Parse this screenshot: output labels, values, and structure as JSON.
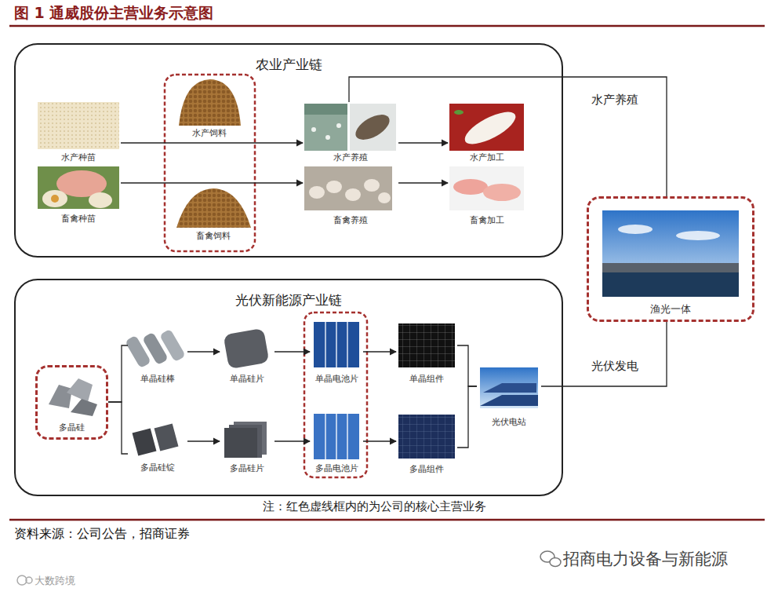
{
  "diagram": {
    "title": "图 1 通威股份主营业务示意图",
    "nodes": [
      {
        "text": [
          "农业产业链"
        ]
      },
      {
        "text": [
          "水产种苗"
        ],
        "in": 0
      },
      {
        "text": [
          "畜禽种苗"
        ],
        "in": 0
      },
      {
        "text": [
          "水产饲料"
        ],
        "in": 0
      },
      {
        "text": [
          "畜禽饲料"
        ],
        "in": 0
      },
      {
        "text": [
          "水产养殖"
        ],
        "in": 0
      },
      {
        "text": [
          "畜禽养殖"
        ],
        "in": 0
      },
      {
        "text": [
          "水产加工"
        ],
        "in": 0
      },
      {
        "text": [
          "畜禽加工"
        ],
        "in": 0
      },
      {
        "text": [
          "光伏新能源产业链"
        ]
      },
      {
        "text": [
          "多晶硅"
        ],
        "in": 9
      },
      {
        "text": [
          "单晶硅棒"
        ],
        "in": 9
      },
      {
        "text": [
          "单晶硅片"
        ],
        "in": 9
      },
      {
        "text": [
          "单晶电池片"
        ],
        "in": 9
      },
      {
        "text": [
          "单晶组件"
        ],
        "in": 9
      },
      {
        "text": [
          "多晶硅锭"
        ],
        "in": 9
      },
      {
        "text": [
          "多晶硅片"
        ],
        "in": 9
      },
      {
        "text": [
          "多晶电池片"
        ],
        "in": 9
      },
      {
        "text": [
          "多晶组件"
        ],
        "in": 9
      },
      {
        "text": [
          "光伏电站"
        ],
        "in": 9
      },
      {
        "text": [
          "渔光一体"
        ]
      }
    ],
    "edges": [
      {
        "from": 1,
        "to": 5,
        "arrow": "to"
      },
      {
        "from": 2,
        "to": 6,
        "arrow": "to"
      },
      {
        "from": 5,
        "to": 7,
        "arrow": "to"
      },
      {
        "from": 6,
        "to": 8,
        "arrow": "to"
      },
      {
        "from": 5,
        "to": 20,
        "label": "水产养殖",
        "arrow": "none"
      },
      {
        "from": 20,
        "to": 19,
        "label": "光伏发电",
        "arrow": "none"
      },
      {
        "from": 10,
        "to": 11,
        "arrow": "none"
      },
      {
        "from": 10,
        "to": 15,
        "arrow": "none"
      },
      {
        "from": 11,
        "to": 12,
        "arrow": "to"
      },
      {
        "from": 12,
        "to": 13,
        "arrow": "to"
      },
      {
        "from": 13,
        "to": 14,
        "arrow": "to"
      },
      {
        "from": 15,
        "to": 16,
        "arrow": "to"
      },
      {
        "from": 16,
        "to": 17,
        "arrow": "to"
      },
      {
        "from": 17,
        "to": 18,
        "arrow": "to"
      },
      {
        "from": 14,
        "to": 19,
        "arrow": "none"
      },
      {
        "from": 18,
        "to": 19,
        "arrow": "none"
      }
    ],
    "labels": [
      "注：红色虚线框内的为公司的核心主营业务",
      "资料来源：公司公告，招商证券",
      "招商电力设备与新能源",
      "大数跨境"
    ]
  }
}
